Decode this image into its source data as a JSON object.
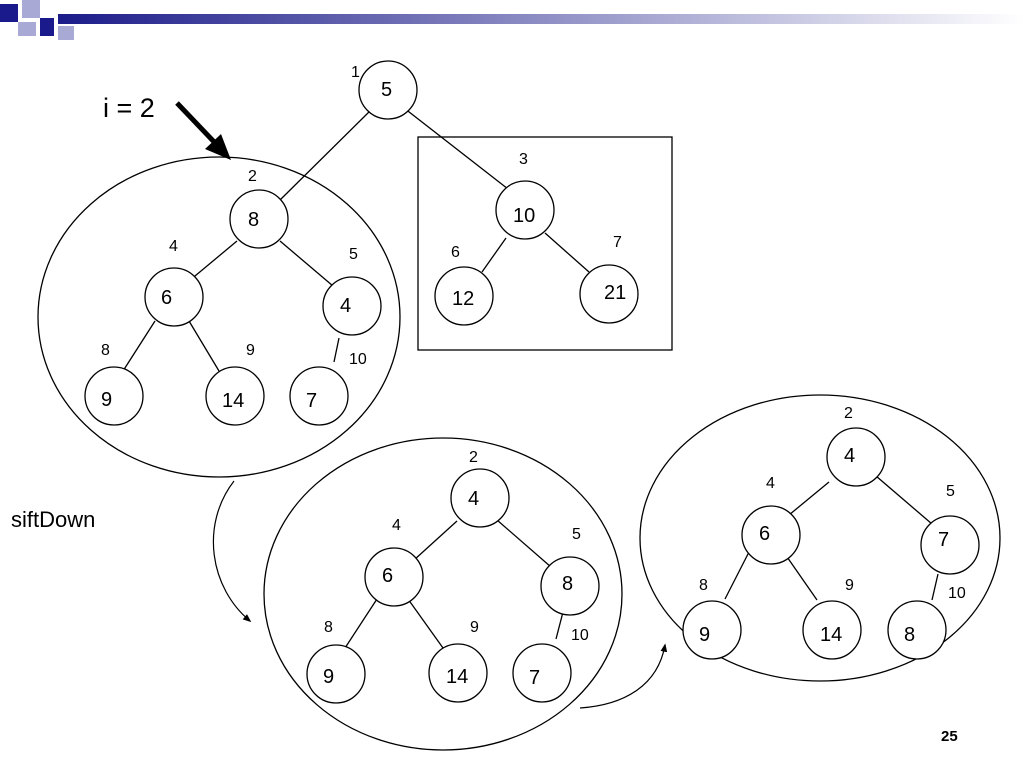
{
  "slide": {
    "page_number": "25",
    "annotation": "i = 2",
    "operation_label": "siftDown",
    "colors": {
      "header_square_dark": "#1a1a8c",
      "header_square_light": "#a9a9d6",
      "header_bar_start": "#1c1c8a",
      "header_bar_end": "#ffffff"
    }
  },
  "trees": {
    "main": {
      "nodes": [
        {
          "id": "m1",
          "value": "5",
          "index": "1"
        },
        {
          "id": "m2",
          "value": "8",
          "index": "2"
        },
        {
          "id": "m3",
          "value": "10",
          "index": "3"
        },
        {
          "id": "m4",
          "value": "6",
          "index": "4"
        },
        {
          "id": "m5",
          "value": "4",
          "index": "5"
        },
        {
          "id": "m6",
          "value": "12",
          "index": "6"
        },
        {
          "id": "m7",
          "value": "21",
          "index": "7"
        },
        {
          "id": "m8",
          "value": "9",
          "index": "8"
        },
        {
          "id": "m9",
          "value": "14",
          "index": "9"
        },
        {
          "id": "m10",
          "value": "7",
          "index": "10"
        }
      ]
    },
    "step1": {
      "nodes": [
        {
          "id": "a2",
          "value": "4",
          "index": "2"
        },
        {
          "id": "a4",
          "value": "6",
          "index": "4"
        },
        {
          "id": "a5",
          "value": "8",
          "index": "5"
        },
        {
          "id": "a8",
          "value": "9",
          "index": "8"
        },
        {
          "id": "a9",
          "value": "14",
          "index": "9"
        },
        {
          "id": "a10",
          "value": "7",
          "index": "10"
        }
      ]
    },
    "step2": {
      "nodes": [
        {
          "id": "b2",
          "value": "4",
          "index": "2"
        },
        {
          "id": "b4",
          "value": "6",
          "index": "4"
        },
        {
          "id": "b5",
          "value": "7",
          "index": "5"
        },
        {
          "id": "b8",
          "value": "9",
          "index": "8"
        },
        {
          "id": "b9",
          "value": "14",
          "index": "9"
        },
        {
          "id": "b10",
          "value": "8",
          "index": "10"
        }
      ]
    }
  }
}
